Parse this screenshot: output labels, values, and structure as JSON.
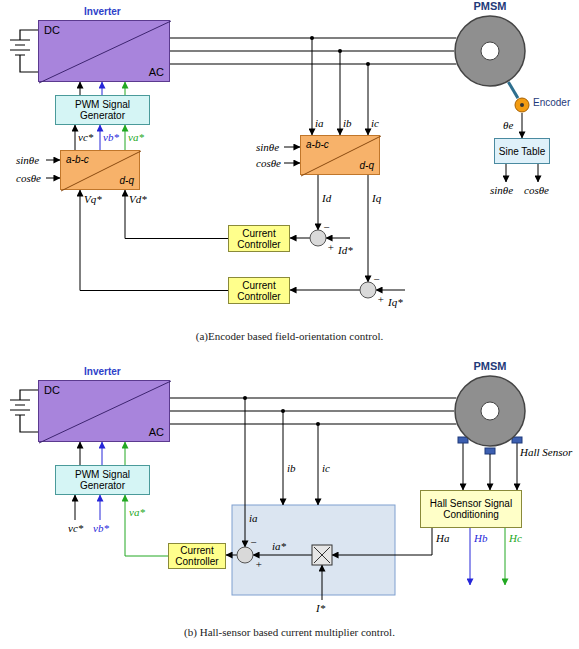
{
  "diagram": {
    "nodes": [
      {
        "text": [
          "Inverter",
          "DC",
          "AC"
        ]
      },
      {
        "text": [
          "PWM Signal Generator"
        ]
      },
      {
        "text": [
          "a-b-c",
          "d-q"
        ]
      },
      {
        "text": [
          "a-b-c",
          "d-q"
        ]
      },
      {
        "text": [
          "Current Controller"
        ]
      },
      {
        "text": [
          "Current Controller"
        ]
      },
      {
        "text": [
          "PMSM"
        ]
      },
      {
        "text": [
          "Encoder"
        ]
      },
      {
        "text": [
          "Sine Table"
        ]
      },
      {
        "text": [
          "Inverter",
          "DC",
          "AC"
        ]
      },
      {
        "text": [
          "PWM Signal Generator"
        ]
      },
      {
        "text": [
          "Current Controller"
        ]
      },
      {
        "text": [
          "PMSM"
        ]
      },
      {
        "text": [
          "Hall Sensor Signal Conditioning"
        ]
      }
    ],
    "edges": [
      {
        "from": 1,
        "to": 0,
        "arrow": "to"
      },
      {
        "from": 2,
        "to": 1,
        "arrow": "to"
      },
      {
        "from": 4,
        "to": 2,
        "arrow": "to"
      },
      {
        "from": 5,
        "to": 2,
        "arrow": "to"
      },
      {
        "from": 0,
        "to": 6,
        "arrow": "none"
      },
      {
        "from": 6,
        "to": 7,
        "arrow": "none"
      },
      {
        "from": 7,
        "to": 8,
        "label": "θe",
        "arrow": "to"
      },
      {
        "from": 10,
        "to": 9,
        "arrow": "to"
      },
      {
        "from": 11,
        "to": 10,
        "label": "va*",
        "arrow": "to"
      },
      {
        "from": 9,
        "to": 12,
        "arrow": "none"
      },
      {
        "from": 12,
        "to": 13,
        "arrow": "to"
      }
    ],
    "labels": [
      "vc*",
      "vb*",
      "va*",
      "sinθe",
      "cosθe",
      "Vq*",
      "Vd*",
      "ia",
      "ib",
      "ic",
      "sinθe",
      "cosθe",
      "Id",
      "Iq",
      "Id*",
      "Iq*",
      "−",
      "+",
      "−",
      "+",
      "sinθe",
      "cosθe",
      "(a)Encoder based field-orientation control.",
      "vc*",
      "vb*",
      "ib",
      "ic",
      "ia",
      "ia*",
      "−",
      "+",
      "I*",
      "Ha",
      "Hb",
      "Hc",
      "Hall Sensor",
      "(b) Hall-sensor based current multiplier control."
    ]
  }
}
